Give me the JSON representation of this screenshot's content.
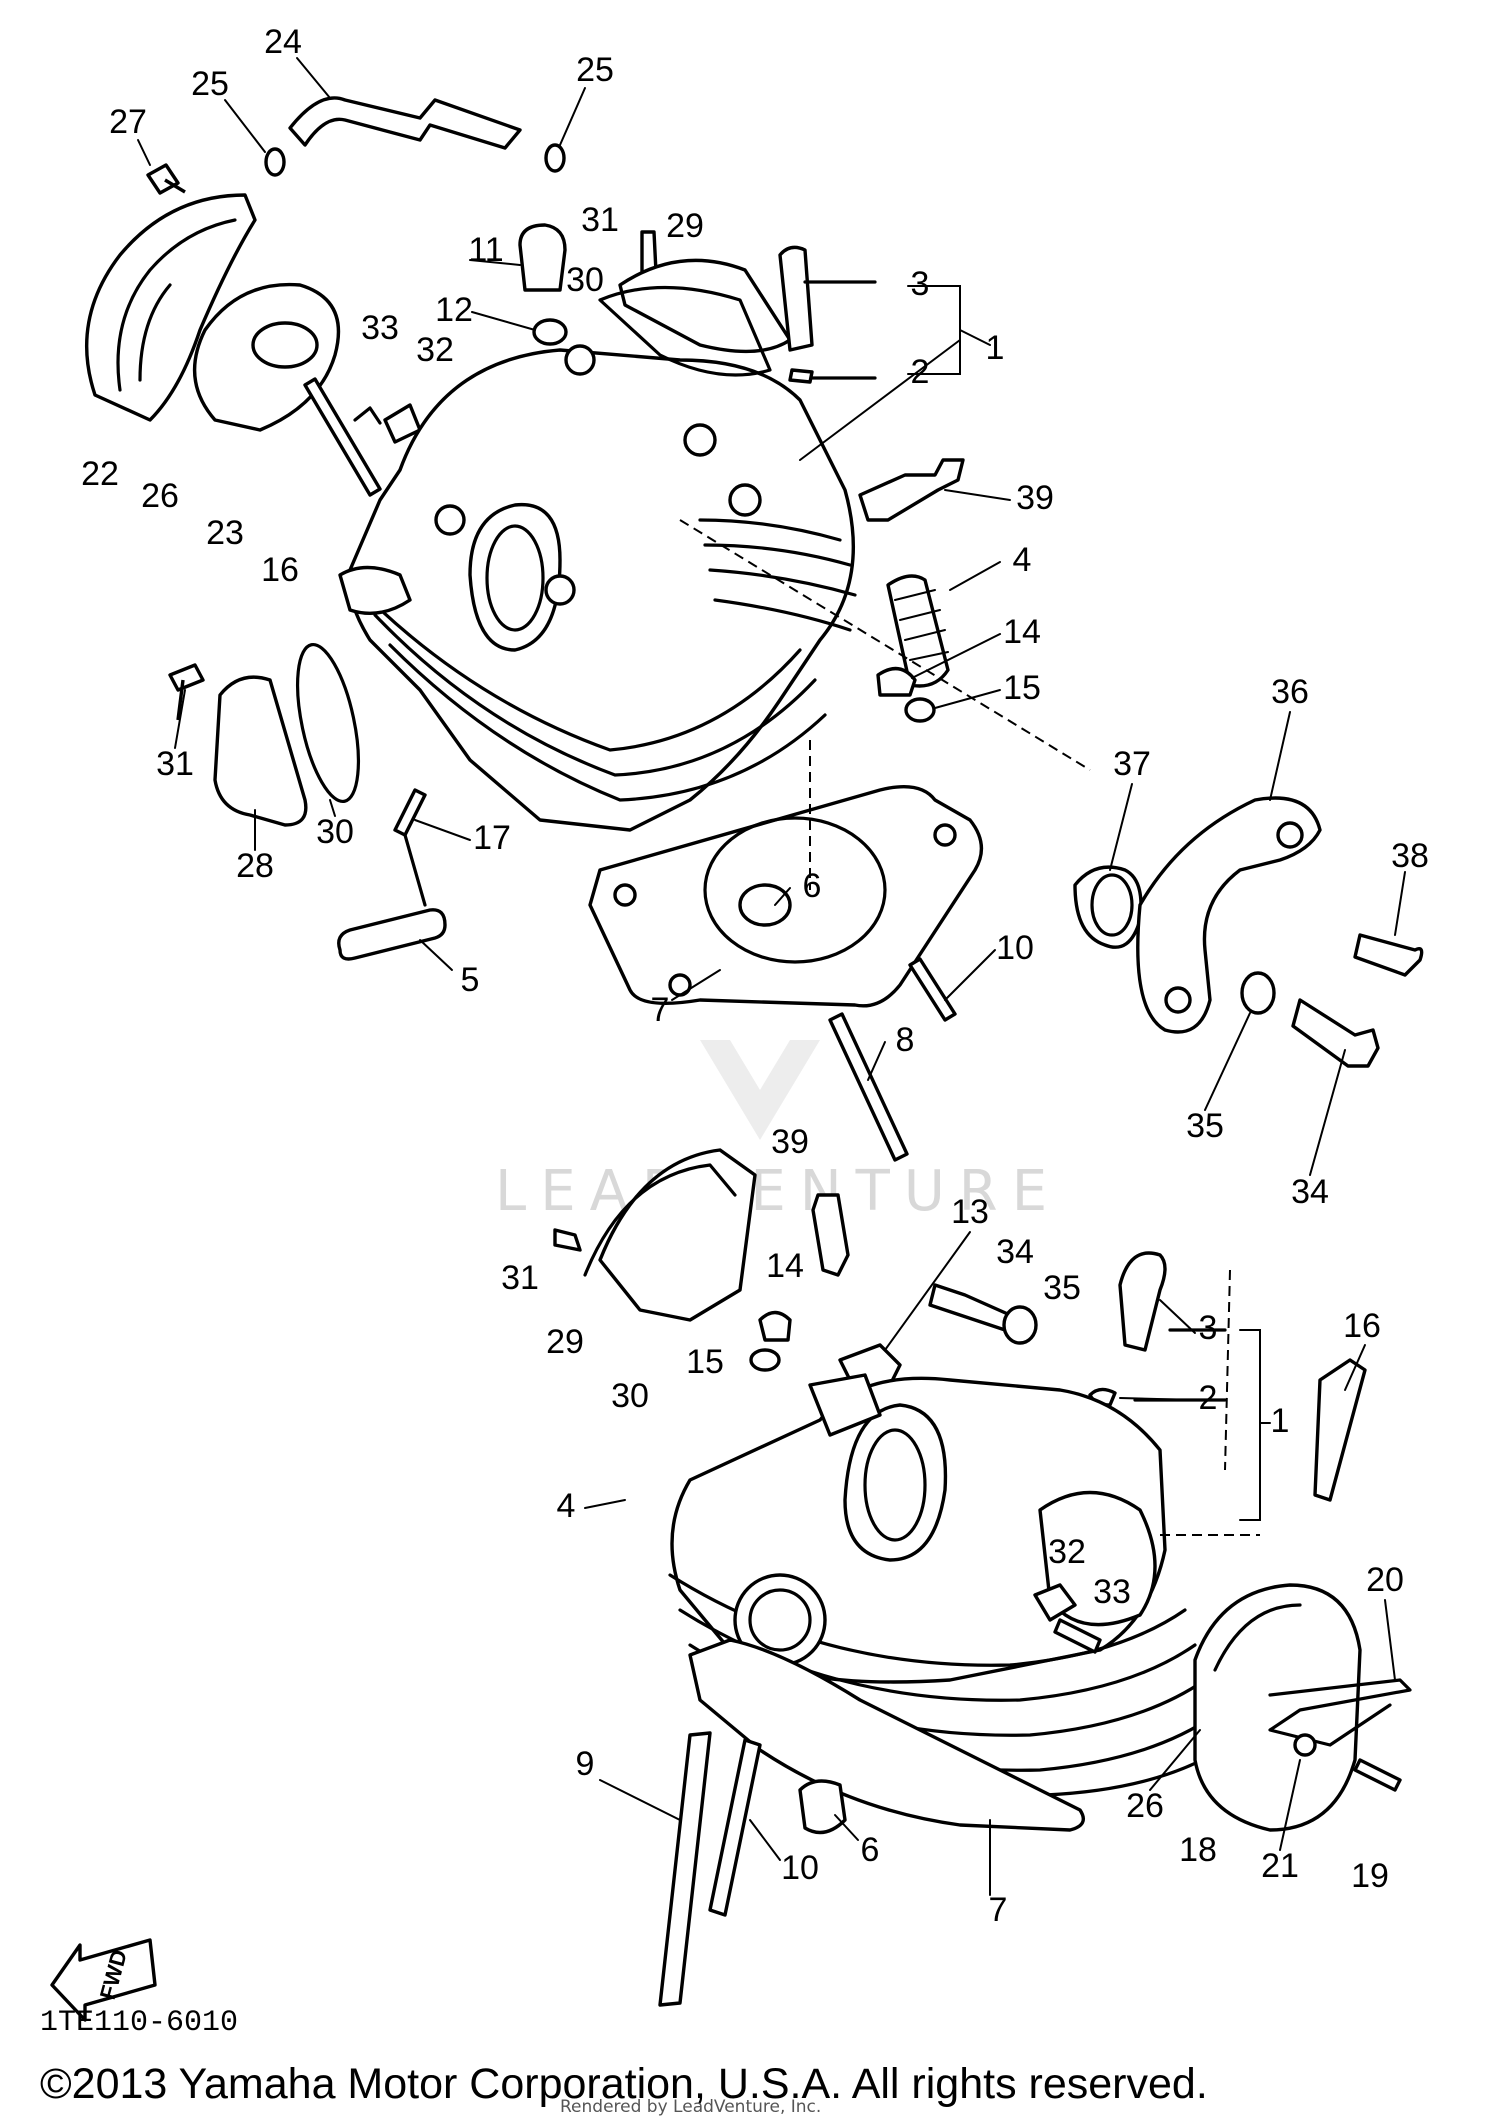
{
  "diagram": {
    "part_code": "1TE110-6010",
    "copyright": "©2013 Yamaha Motor Corporation, U.S.A. All rights reserved.",
    "rendered_by": "Rendered by LeadVenture, Inc.",
    "watermark": "LEADVENTURE",
    "fwd_label": "FWD",
    "labels_top": [
      "24",
      "25",
      "25",
      "27",
      "31",
      "29",
      "11",
      "12",
      "30",
      "3",
      "2",
      "1",
      "33",
      "32",
      "22",
      "26",
      "23",
      "16",
      "39",
      "4",
      "14",
      "15",
      "36",
      "37",
      "31",
      "30",
      "28",
      "17",
      "6",
      "38",
      "5",
      "10",
      "7",
      "8",
      "35",
      "34"
    ],
    "labels_bottom": [
      "39",
      "13",
      "31",
      "14",
      "34",
      "35",
      "3",
      "16",
      "29",
      "15",
      "30",
      "2",
      "1",
      "4",
      "32",
      "33",
      "20",
      "9",
      "6",
      "10",
      "26",
      "18",
      "21",
      "19",
      "7"
    ]
  }
}
